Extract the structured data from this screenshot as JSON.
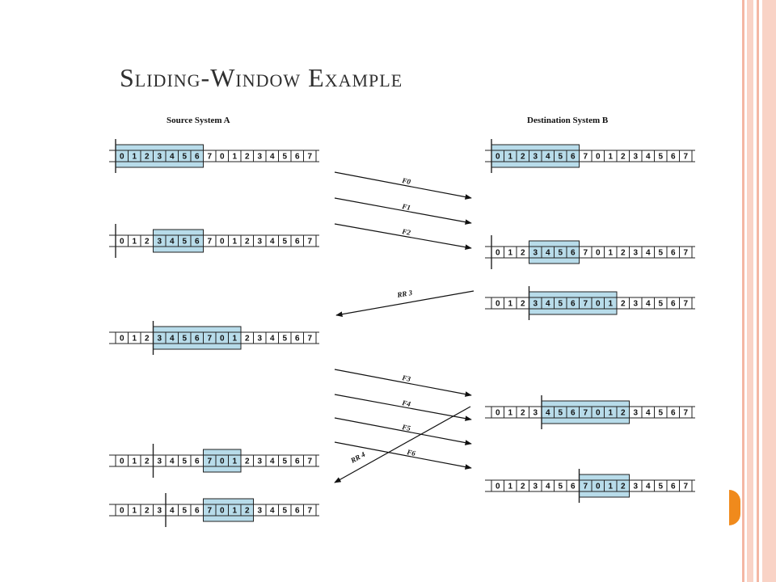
{
  "slide": {
    "title": "Sliding-Window Example",
    "accent_color": "#f08a1c",
    "frame_color": "#f4b7a4"
  },
  "diagram": {
    "source_label": "Source System A",
    "destination_label": "Destination System B",
    "sequence": [
      "0",
      "1",
      "2",
      "3",
      "4",
      "5",
      "6",
      "7",
      "0",
      "1",
      "2",
      "3",
      "4",
      "5",
      "6",
      "7"
    ],
    "window_color": "#b8dcea",
    "source_rows": [
      {
        "window_start": 0,
        "window_end": 6,
        "cursor": 0
      },
      {
        "window_start": 3,
        "window_end": 6,
        "cursor": 0
      },
      {
        "window_start": 3,
        "window_end": 9,
        "cursor": 3
      },
      {
        "window_start": 7,
        "window_end": 9,
        "cursor": 3
      },
      {
        "window_start": 7,
        "window_end": 10,
        "cursor": 4
      }
    ],
    "destination_rows": [
      {
        "window_start": 0,
        "window_end": 6,
        "cursor": 0
      },
      {
        "window_start": 3,
        "window_end": 6,
        "cursor": 0
      },
      {
        "window_start": 3,
        "window_end": 9,
        "cursor": 3
      },
      {
        "window_start": 4,
        "window_end": 10,
        "cursor": 4
      },
      {
        "window_start": 7,
        "window_end": 10,
        "cursor": 7
      }
    ],
    "messages": [
      "F0",
      "F1",
      "F2",
      "RR 3",
      "F3",
      "F4",
      "F5",
      "F6",
      "RR 4"
    ]
  }
}
